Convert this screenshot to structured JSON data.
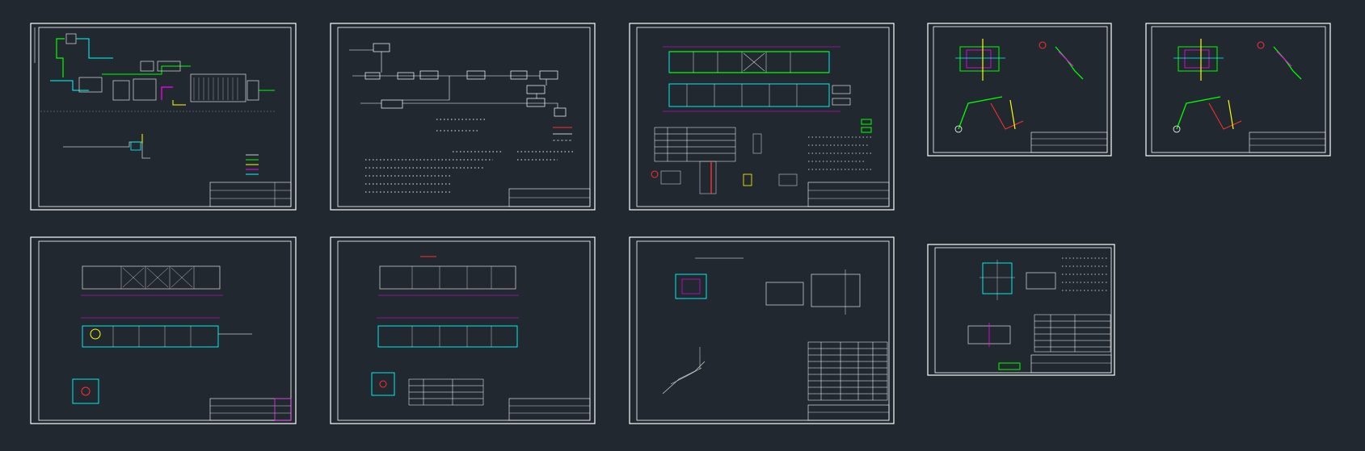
{
  "viewport": {
    "background": "#212830"
  },
  "colors": {
    "frame": "#ffffff",
    "cyan": "#00ffff",
    "green": "#00ff00",
    "yellow": "#ffff00",
    "magenta": "#ff00ff",
    "red": "#ff3030",
    "gray": "#c8c8c8"
  },
  "sheets": [
    {
      "id": "sheet-1",
      "kind": "process-flow"
    },
    {
      "id": "sheet-2",
      "kind": "flow-diagram-notes"
    },
    {
      "id": "sheet-3",
      "kind": "plan-and-tables"
    },
    {
      "id": "sheet-4",
      "kind": "piping-detail"
    },
    {
      "id": "sheet-5",
      "kind": "piping-detail"
    },
    {
      "id": "sheet-6",
      "kind": "section-and-plan"
    },
    {
      "id": "sheet-7",
      "kind": "section-and-plan"
    },
    {
      "id": "sheet-8",
      "kind": "details-and-table"
    },
    {
      "id": "sheet-9",
      "kind": "detail-and-table"
    }
  ]
}
